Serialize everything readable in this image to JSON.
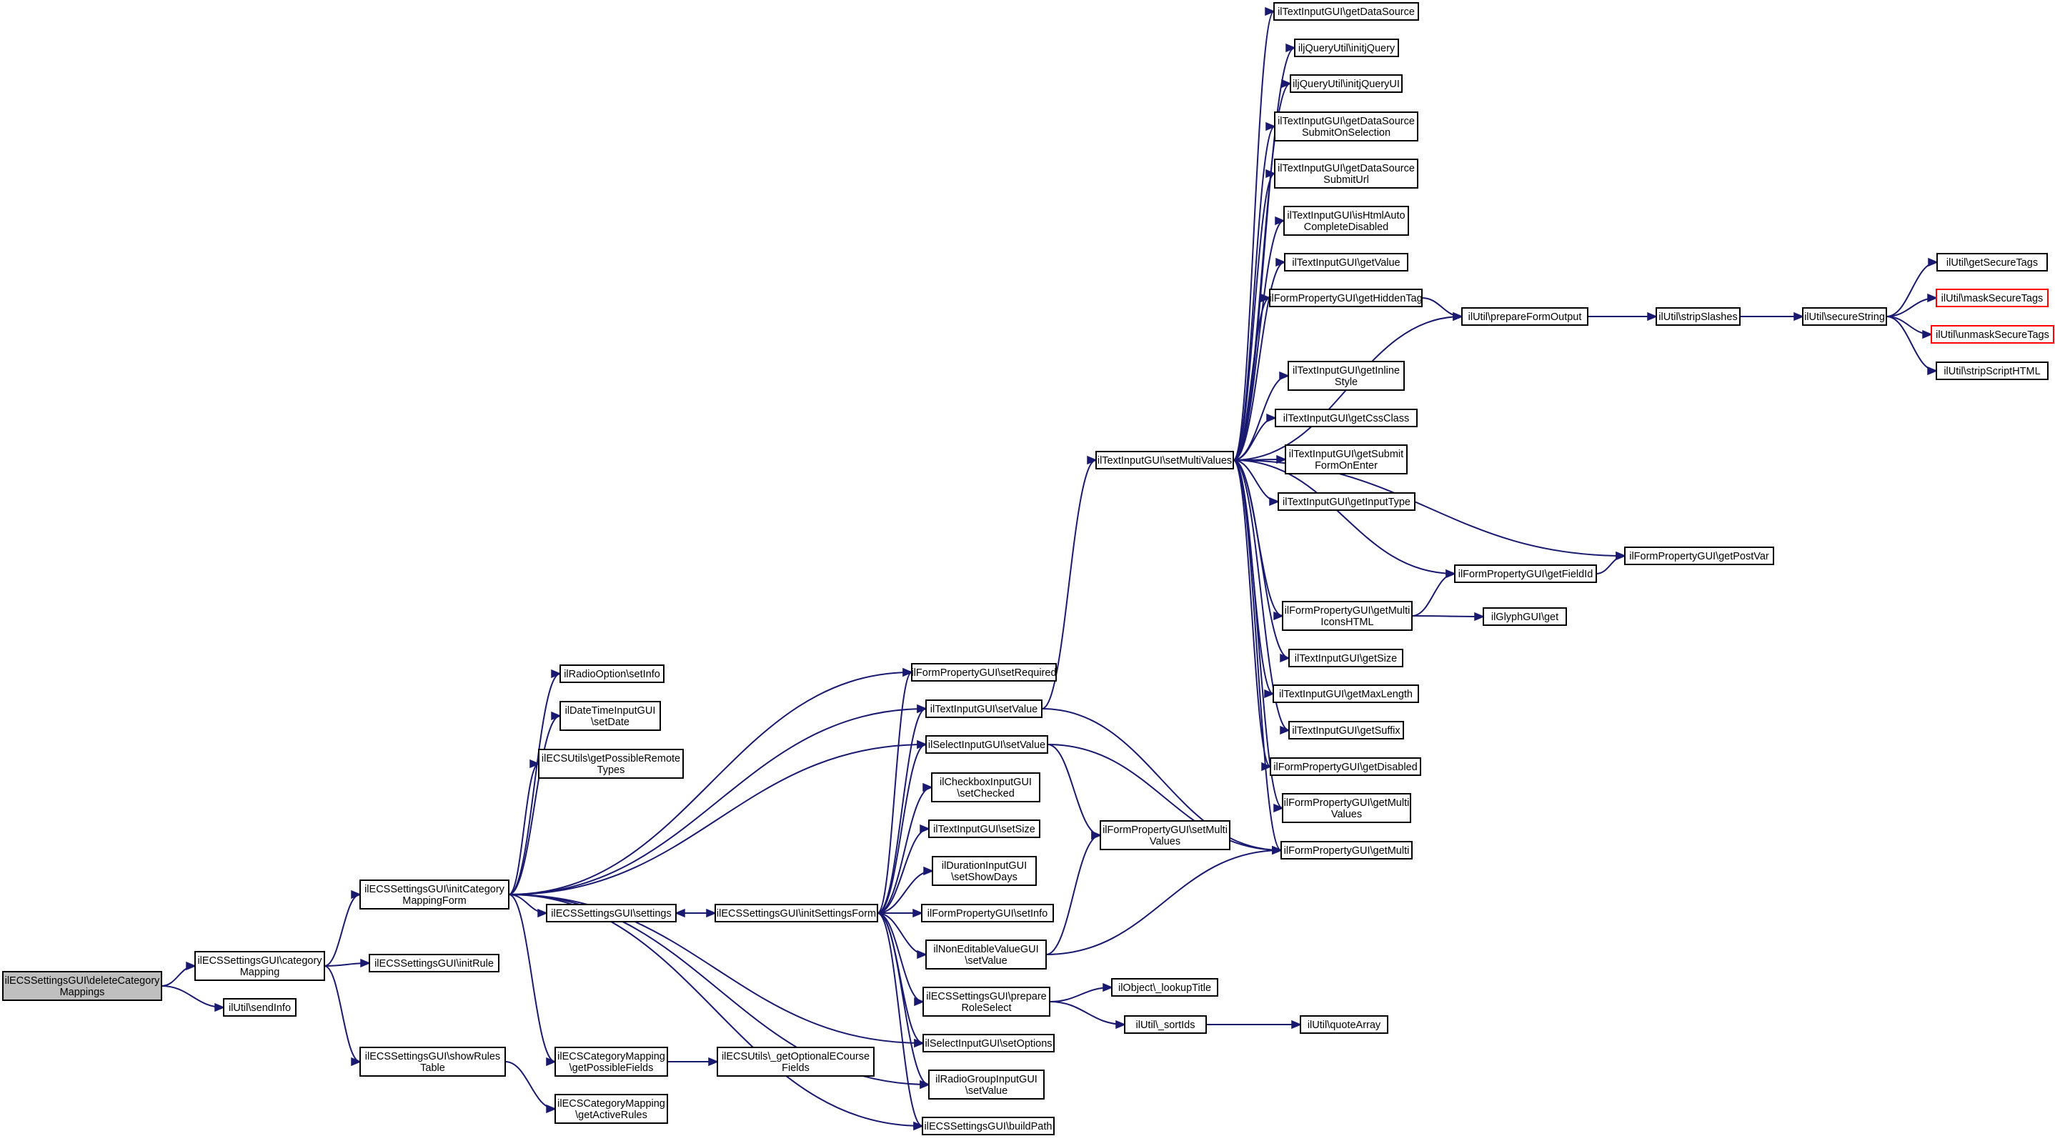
{
  "graph": {
    "nodes": {
      "root": {
        "lines": [
          "ilECSSettingsGUI\\deleteCategory",
          "Mappings"
        ],
        "style": "root"
      },
      "categoryMapping": {
        "lines": [
          "ilECSSettingsGUI\\category",
          "Mapping"
        ]
      },
      "sendInfo": {
        "lines": [
          "ilUtil\\sendInfo"
        ]
      },
      "initCategoryMappingForm": {
        "lines": [
          "ilECSSettingsGUI\\initCategory",
          "MappingForm"
        ]
      },
      "initRule": {
        "lines": [
          "ilECSSettingsGUI\\initRule"
        ]
      },
      "showRulesTable": {
        "lines": [
          "ilECSSettingsGUI\\showRules",
          "Table"
        ]
      },
      "radioOptionSetInfo": {
        "lines": [
          "ilRadioOption\\setInfo"
        ]
      },
      "dateTimeSetDate": {
        "lines": [
          "ilDateTimeInputGUI",
          "\\setDate"
        ]
      },
      "getPossibleRemoteTypes": {
        "lines": [
          "ilECSUtils\\getPossibleRemote",
          "Types"
        ]
      },
      "settings": {
        "lines": [
          "ilECSSettingsGUI\\settings"
        ]
      },
      "getPossibleFields": {
        "lines": [
          "ilECSCategoryMapping",
          "\\getPossibleFields"
        ]
      },
      "getActiveRules": {
        "lines": [
          "ilECSCategoryMapping",
          "\\getActiveRules"
        ]
      },
      "getOptionalECourseFields": {
        "lines": [
          "ilECSUtils\\_getOptionalECourse",
          "Fields"
        ]
      },
      "initSettingsForm": {
        "lines": [
          "ilECSSettingsGUI\\initSettingsForm"
        ]
      },
      "setRequired": {
        "lines": [
          "ilFormPropertyGUI\\setRequired"
        ]
      },
      "textSetValue": {
        "lines": [
          "ilTextInputGUI\\setValue"
        ]
      },
      "selectSetValue": {
        "lines": [
          "ilSelectInputGUI\\setValue"
        ]
      },
      "checkboxSetChecked": {
        "lines": [
          "ilCheckboxInputGUI",
          "\\setChecked"
        ]
      },
      "textSetSize": {
        "lines": [
          "ilTextInputGUI\\setSize"
        ]
      },
      "durationSetShowDays": {
        "lines": [
          "ilDurationInputGUI",
          "\\setShowDays"
        ]
      },
      "formPropSetInfo": {
        "lines": [
          "ilFormPropertyGUI\\setInfo"
        ]
      },
      "nonEditableSetValue": {
        "lines": [
          "ilNonEditableValueGUI",
          "\\setValue"
        ]
      },
      "prepareRoleSelect": {
        "lines": [
          "ilECSSettingsGUI\\prepare",
          "RoleSelect"
        ]
      },
      "selectSetOptions": {
        "lines": [
          "ilSelectInputGUI\\setOptions"
        ]
      },
      "radioGroupSetValue": {
        "lines": [
          "ilRadioGroupInputGUI",
          "\\setValue"
        ]
      },
      "buildPath": {
        "lines": [
          "ilECSSettingsGUI\\buildPath"
        ]
      },
      "setMultiValues": {
        "lines": [
          "ilTextInputGUI\\setMultiValues"
        ]
      },
      "formPropSetMultiValues": {
        "lines": [
          "ilFormPropertyGUI\\setMulti",
          "Values"
        ]
      },
      "lookupTitle": {
        "lines": [
          "ilObject\\_lookupTitle"
        ]
      },
      "sortIds": {
        "lines": [
          "ilUtil\\_sortIds"
        ]
      },
      "quoteArray": {
        "lines": [
          "ilUtil\\quoteArray"
        ]
      },
      "getDataSource": {
        "lines": [
          "ilTextInputGUI\\getDataSource"
        ]
      },
      "initjQuery": {
        "lines": [
          "iljQueryUtil\\initjQuery"
        ]
      },
      "initjQueryUI": {
        "lines": [
          "iljQueryUtil\\initjQueryUI"
        ]
      },
      "getDataSourceSubmitOnSelection": {
        "lines": [
          "ilTextInputGUI\\getDataSource",
          "SubmitOnSelection"
        ]
      },
      "getDataSourceSubmitUrl": {
        "lines": [
          "ilTextInputGUI\\getDataSource",
          "SubmitUrl"
        ]
      },
      "isHtmlAutoCompleteDisabled": {
        "lines": [
          "ilTextInputGUI\\isHtmlAuto",
          "CompleteDisabled"
        ]
      },
      "getValue": {
        "lines": [
          "ilTextInputGUI\\getValue"
        ]
      },
      "getHiddenTag": {
        "lines": [
          "ilFormPropertyGUI\\getHiddenTag"
        ]
      },
      "getInlineStyle": {
        "lines": [
          "ilTextInputGUI\\getInline",
          "Style"
        ]
      },
      "getCssClass": {
        "lines": [
          "ilTextInputGUI\\getCssClass"
        ]
      },
      "getSubmitFormOnEnter": {
        "lines": [
          "ilTextInputGUI\\getSubmit",
          "FormOnEnter"
        ]
      },
      "getInputType": {
        "lines": [
          "ilTextInputGUI\\getInputType"
        ]
      },
      "getFieldId": {
        "lines": [
          "ilFormPropertyGUI\\getFieldId"
        ]
      },
      "getMultiIconsHTML": {
        "lines": [
          "ilFormPropertyGUI\\getMulti",
          "IconsHTML"
        ]
      },
      "getSize": {
        "lines": [
          "ilTextInputGUI\\getSize"
        ]
      },
      "getMaxLength": {
        "lines": [
          "ilTextInputGUI\\getMaxLength"
        ]
      },
      "getSuffix": {
        "lines": [
          "ilTextInputGUI\\getSuffix"
        ]
      },
      "getDisabled": {
        "lines": [
          "ilFormPropertyGUI\\getDisabled"
        ]
      },
      "getMultiValues": {
        "lines": [
          "ilFormPropertyGUI\\getMulti",
          "Values"
        ]
      },
      "getMulti": {
        "lines": [
          "ilFormPropertyGUI\\getMulti"
        ]
      },
      "prepareFormOutput": {
        "lines": [
          "ilUtil\\prepareFormOutput"
        ]
      },
      "getPostVar": {
        "lines": [
          "ilFormPropertyGUI\\getPostVar"
        ]
      },
      "glyphGet": {
        "lines": [
          "ilGlyphGUI\\get"
        ]
      },
      "stripSlashes": {
        "lines": [
          "ilUtil\\stripSlashes"
        ]
      },
      "secureString": {
        "lines": [
          "ilUtil\\secureString"
        ]
      },
      "getSecureTags": {
        "lines": [
          "ilUtil\\getSecureTags"
        ]
      },
      "maskSecureTags": {
        "lines": [
          "ilUtil\\maskSecureTags"
        ],
        "style": "red"
      },
      "unmaskSecureTags": {
        "lines": [
          "ilUtil\\unmaskSecureTags"
        ],
        "style": "red"
      },
      "stripScriptHTML": {
        "lines": [
          "ilUtil\\stripScriptHTML"
        ]
      }
    },
    "edges": [
      [
        "root",
        "categoryMapping"
      ],
      [
        "root",
        "sendInfo"
      ],
      [
        "categoryMapping",
        "initCategoryMappingForm"
      ],
      [
        "categoryMapping",
        "initRule"
      ],
      [
        "categoryMapping",
        "showRulesTable"
      ],
      [
        "initCategoryMappingForm",
        "radioOptionSetInfo"
      ],
      [
        "initCategoryMappingForm",
        "dateTimeSetDate"
      ],
      [
        "initCategoryMappingForm",
        "getPossibleRemoteTypes"
      ],
      [
        "initCategoryMappingForm",
        "settings"
      ],
      [
        "initCategoryMappingForm",
        "getPossibleFields"
      ],
      [
        "initCategoryMappingForm",
        "setRequired"
      ],
      [
        "initCategoryMappingForm",
        "textSetValue"
      ],
      [
        "initCategoryMappingForm",
        "selectSetValue"
      ],
      [
        "initCategoryMappingForm",
        "selectSetOptions"
      ],
      [
        "initCategoryMappingForm",
        "radioGroupSetValue"
      ],
      [
        "initCategoryMappingForm",
        "buildPath"
      ],
      [
        "showRulesTable",
        "getActiveRules"
      ],
      [
        "getPossibleFields",
        "getOptionalECourseFields"
      ],
      [
        "settings",
        "initSettingsForm"
      ],
      [
        "initSettingsForm",
        "settings"
      ],
      [
        "initSettingsForm",
        "setRequired"
      ],
      [
        "initSettingsForm",
        "textSetValue"
      ],
      [
        "initSettingsForm",
        "selectSetValue"
      ],
      [
        "initSettingsForm",
        "checkboxSetChecked"
      ],
      [
        "initSettingsForm",
        "textSetSize"
      ],
      [
        "initSettingsForm",
        "durationSetShowDays"
      ],
      [
        "initSettingsForm",
        "formPropSetInfo"
      ],
      [
        "initSettingsForm",
        "nonEditableSetValue"
      ],
      [
        "initSettingsForm",
        "prepareRoleSelect"
      ],
      [
        "initSettingsForm",
        "selectSetOptions"
      ],
      [
        "initSettingsForm",
        "radioGroupSetValue"
      ],
      [
        "initSettingsForm",
        "buildPath"
      ],
      [
        "textSetValue",
        "setMultiValues"
      ],
      [
        "textSetValue",
        "getMulti"
      ],
      [
        "selectSetValue",
        "formPropSetMultiValues"
      ],
      [
        "selectSetValue",
        "getMulti"
      ],
      [
        "nonEditableSetValue",
        "formPropSetMultiValues"
      ],
      [
        "nonEditableSetValue",
        "getMulti"
      ],
      [
        "prepareRoleSelect",
        "lookupTitle"
      ],
      [
        "prepareRoleSelect",
        "sortIds"
      ],
      [
        "sortIds",
        "quoteArray"
      ],
      [
        "setMultiValues",
        "getDataSource"
      ],
      [
        "setMultiValues",
        "initjQuery"
      ],
      [
        "setMultiValues",
        "initjQueryUI"
      ],
      [
        "setMultiValues",
        "getDataSourceSubmitOnSelection"
      ],
      [
        "setMultiValues",
        "getDataSourceSubmitUrl"
      ],
      [
        "setMultiValues",
        "isHtmlAutoCompleteDisabled"
      ],
      [
        "setMultiValues",
        "getValue"
      ],
      [
        "setMultiValues",
        "getHiddenTag"
      ],
      [
        "setMultiValues",
        "prepareFormOutput"
      ],
      [
        "setMultiValues",
        "getInlineStyle"
      ],
      [
        "setMultiValues",
        "getCssClass"
      ],
      [
        "setMultiValues",
        "getSubmitFormOnEnter"
      ],
      [
        "setMultiValues",
        "getInputType"
      ],
      [
        "setMultiValues",
        "getPostVar"
      ],
      [
        "setMultiValues",
        "getFieldId"
      ],
      [
        "setMultiValues",
        "getMultiIconsHTML"
      ],
      [
        "setMultiValues",
        "getSize"
      ],
      [
        "setMultiValues",
        "getMaxLength"
      ],
      [
        "setMultiValues",
        "getSuffix"
      ],
      [
        "setMultiValues",
        "getDisabled"
      ],
      [
        "setMultiValues",
        "getMultiValues"
      ],
      [
        "setMultiValues",
        "getMulti"
      ],
      [
        "getHiddenTag",
        "prepareFormOutput"
      ],
      [
        "getFieldId",
        "getPostVar"
      ],
      [
        "getMultiIconsHTML",
        "getFieldId"
      ],
      [
        "getMultiIconsHTML",
        "glyphGet"
      ],
      [
        "prepareFormOutput",
        "stripSlashes"
      ],
      [
        "stripSlashes",
        "secureString"
      ],
      [
        "secureString",
        "getSecureTags"
      ],
      [
        "secureString",
        "maskSecureTags"
      ],
      [
        "secureString",
        "unmaskSecureTags"
      ],
      [
        "secureString",
        "stripScriptHTML"
      ]
    ]
  }
}
